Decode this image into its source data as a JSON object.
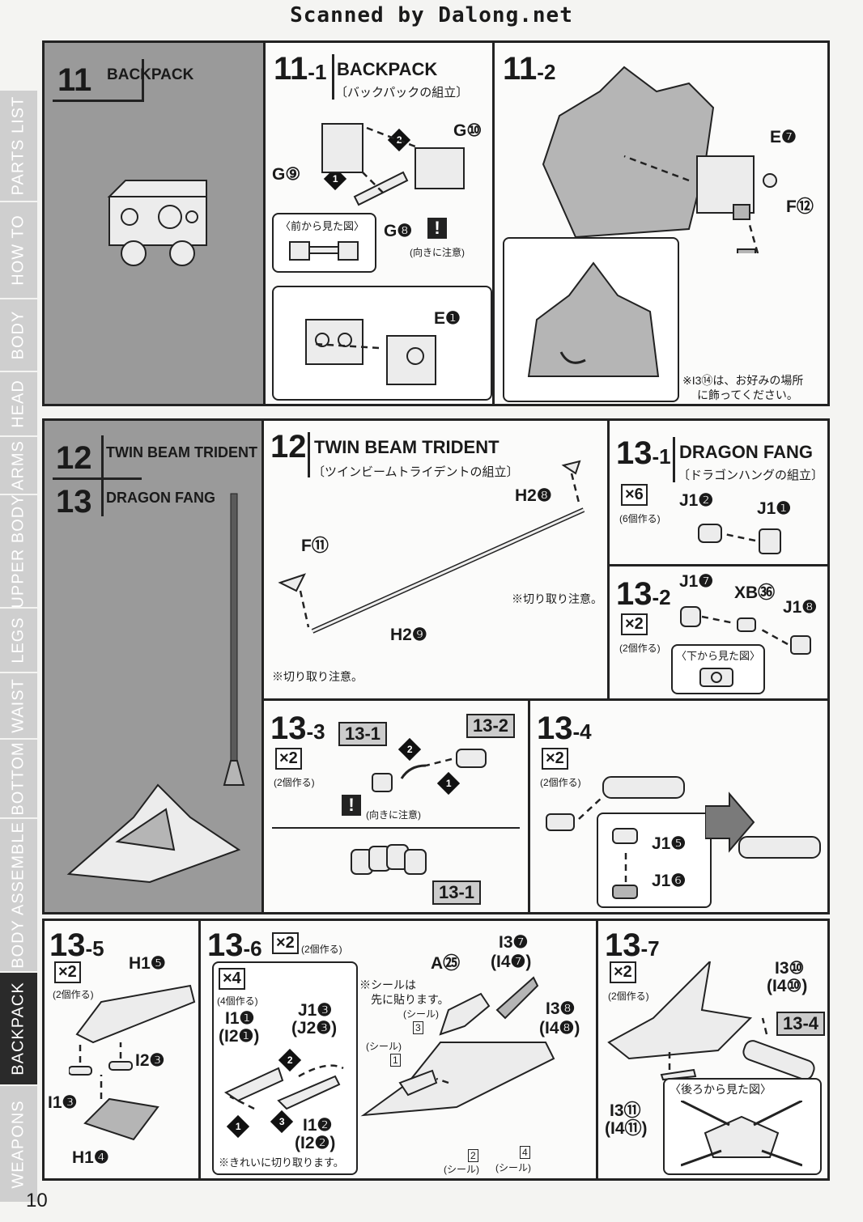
{
  "header": {
    "scan_credit": "Scanned by Dalong.net"
  },
  "side_tabs": [
    {
      "label": "PARTS LIST"
    },
    {
      "label": "HOW TO"
    },
    {
      "label": "BODY"
    },
    {
      "label": "HEAD"
    },
    {
      "label": "ARMS"
    },
    {
      "label": "UPPER BODY"
    },
    {
      "label": "LEGS"
    },
    {
      "label": "WAIST"
    },
    {
      "label": "BOTTOM"
    },
    {
      "label": "BODY ASSEMBLE"
    },
    {
      "label": "BACKPACK"
    },
    {
      "label": "WEAPONS"
    }
  ],
  "section11": {
    "num": "11",
    "title": "BACKPACK",
    "step11_1": {
      "num": "11",
      "suffix": "-1",
      "title": "BACKPACK",
      "jp": "〔バックパックの組立〕",
      "labels": {
        "g10": "G⑩",
        "g9": "G⑨",
        "g8": "G❽",
        "e1": "E❶",
        "front_view": "〈前から見た図〉",
        "caution": "(向きに注意)",
        "s1": "1",
        "s2": "2"
      }
    },
    "step11_2": {
      "num": "11",
      "suffix": "-2",
      "labels": {
        "e7": "E❼",
        "f12": "F⑫",
        "note_l1": "※I3⑭は、お好みの場所",
        "note_l2": "に飾ってください。"
      }
    }
  },
  "section12": {
    "num": "12",
    "title": "TWIN BEAM TRIDENT"
  },
  "section13": {
    "num": "13",
    "title": "DRAGON FANG"
  },
  "step12": {
    "num": "12",
    "title": "TWIN BEAM TRIDENT",
    "jp": "〔ツインビームトライデントの組立〕",
    "labels": {
      "h28": "H2❽",
      "f11": "F⑪",
      "h29": "H2❾",
      "cut1": "※切り取り注意。",
      "cut2": "※切り取り注意。"
    }
  },
  "step13_1": {
    "num": "13",
    "suffix": "-1",
    "title": "DRAGON FANG",
    "jp": "〔ドラゴンハングの組立〕",
    "qty": "×6",
    "qty_note": "(6個作る)",
    "labels": {
      "j12": "J1❷",
      "j11": "J1❶"
    }
  },
  "step13_2": {
    "num": "13",
    "suffix": "-2",
    "qty": "×2",
    "qty_note": "(2個作る)",
    "labels": {
      "j17": "J1❼",
      "xb36": "XB㊱",
      "j18": "J1❽",
      "bottom_view": "〈下から見た図〉"
    }
  },
  "step13_3": {
    "num": "13",
    "suffix": "-3",
    "qty": "×2",
    "qty_note": "(2個作る)",
    "labels": {
      "ref1": "13-1",
      "ref2": "13-2",
      "ref3": "13-1",
      "caution": "(向きに注意)",
      "s1": "1",
      "s2": "2"
    }
  },
  "step13_4": {
    "num": "13",
    "suffix": "-4",
    "qty": "×2",
    "qty_note": "(2個作る)",
    "labels": {
      "j15": "J1❺",
      "j16": "J1❻"
    }
  },
  "step13_5": {
    "num": "13",
    "suffix": "-5",
    "qty": "×2",
    "qty_note": "(2個作る)",
    "labels": {
      "h15": "H1❺",
      "i23": "I2❸",
      "i13": "I1❸",
      "h14": "H1❹"
    }
  },
  "step13_6": {
    "num": "13",
    "suffix": "-6",
    "qty": "×2",
    "qty_note": "(2個作る)",
    "inner_qty": "×4",
    "inner_note": "(4個作る)",
    "labels": {
      "i11": "I1❶",
      "i21": "(I2❶)",
      "j13": "J1❸",
      "j23": "(J2❸)",
      "i12": "I1❷",
      "i22": "(I2❷)",
      "cut_clean": "※きれいに切り取ります。",
      "seal_note1": "※シールは",
      "seal_note2": "先に貼ります。",
      "a25": "A㉕",
      "i37": "I3❼",
      "i47": "(I4❼)",
      "i38": "I3❽",
      "i48": "(I4❽)",
      "seal": "(シール)",
      "seal_b": "(シール)",
      "seal_c": "(シール)",
      "seal_d": "(シール)",
      "n1": "1",
      "n2": "2",
      "n3": "3",
      "n4": "4",
      "s1": "1",
      "s2": "2",
      "s3": "3"
    }
  },
  "step13_7": {
    "num": "13",
    "suffix": "-7",
    "qty": "×2",
    "qty_note": "(2個作る)",
    "labels": {
      "i310": "I3⑩",
      "i410": "(I4⑩)",
      "ref": "13-4",
      "i311": "I3⑪",
      "i411": "(I4⑪)",
      "rear_view": "〈後ろから見た図〉"
    }
  },
  "footer": {
    "page": "10"
  }
}
